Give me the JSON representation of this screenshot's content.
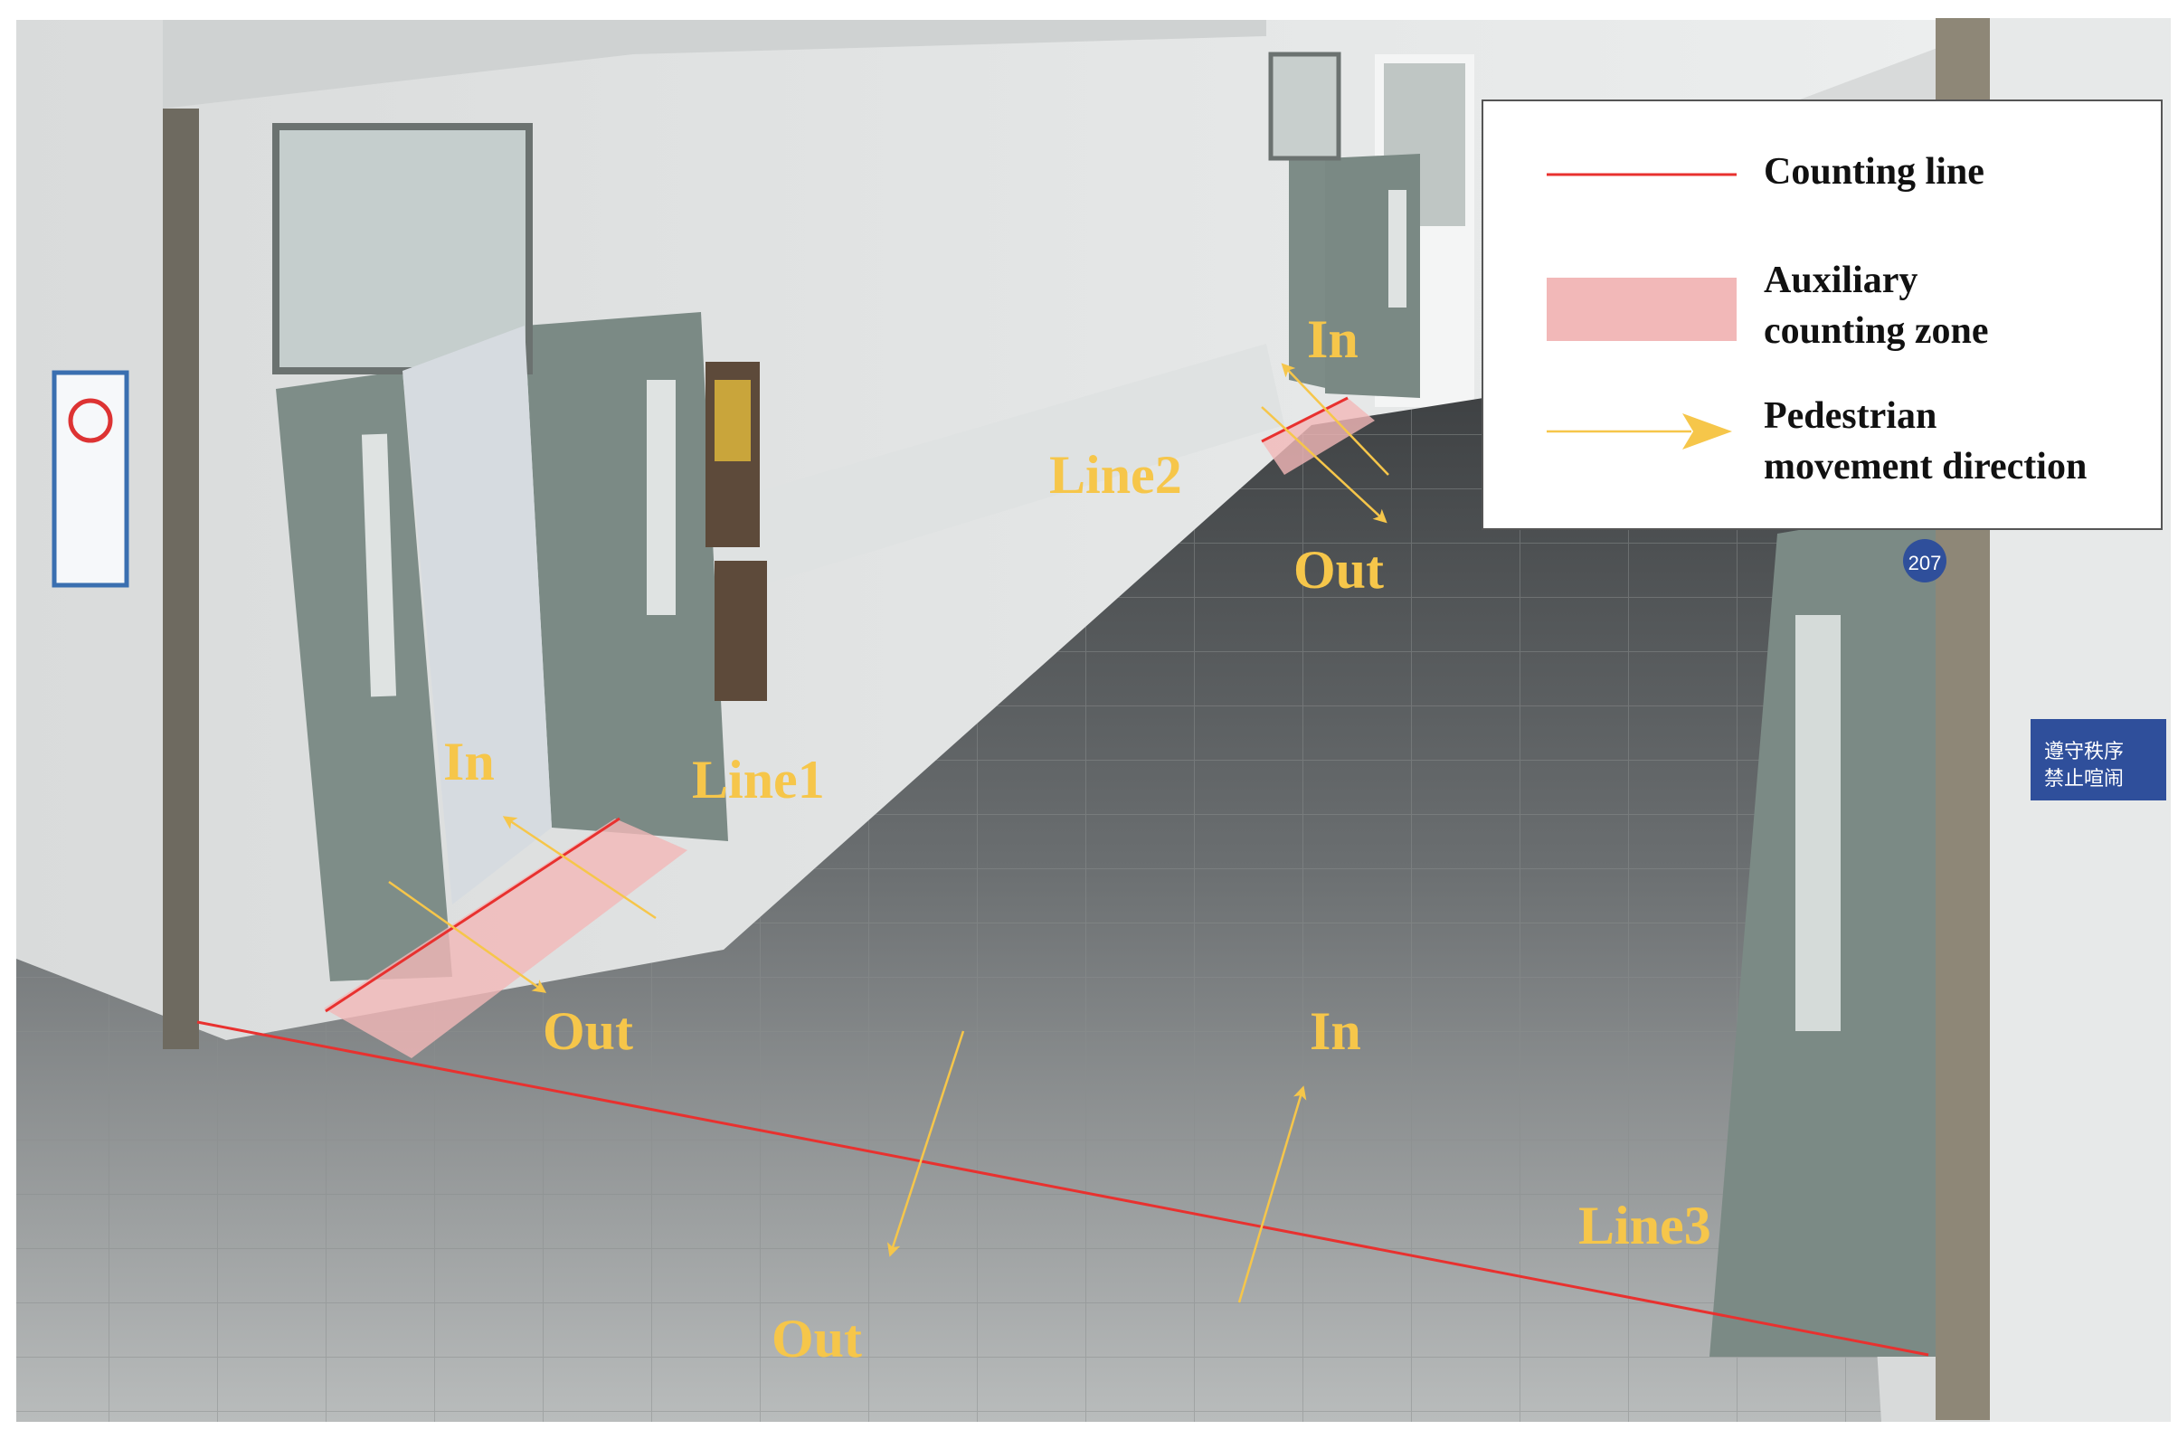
{
  "scene": {
    "colors": {
      "counting_line": "#e8312f",
      "zone": "#f2b8b8",
      "arrow": "#f6c64a",
      "label": "#f6c64a",
      "wall": "#e4e6e6",
      "floor": "#5f6264",
      "door": "#7e8d88",
      "sign_blue": "#2f4f9b"
    },
    "labels": {
      "line1": "Line1",
      "line2": "Line2",
      "line3": "Line3",
      "in1": "In",
      "out1": "Out",
      "in2": "In",
      "out2": "Out",
      "in3": "In",
      "out3": "Out"
    },
    "room_number": "207",
    "sign_text_1": "遵守秩序",
    "sign_text_2": "禁止喧闹"
  },
  "legend": {
    "counting_line": "Counting line",
    "zone": "Auxiliary\ncounting zone",
    "direction": "Pedestrian\nmovement direction"
  }
}
